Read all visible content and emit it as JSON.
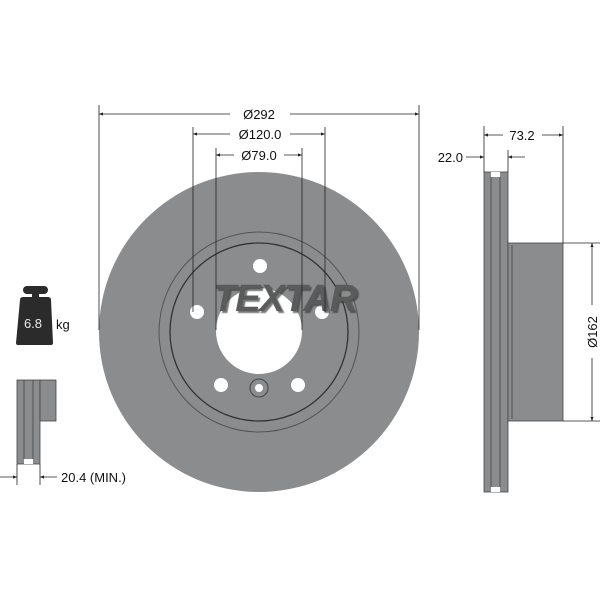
{
  "brand": "TEXTAR",
  "weight": {
    "value": "6.8",
    "unit": "kg"
  },
  "dimensions": {
    "outer_diameter": "Ø292",
    "bolt_circle": "Ø120.0",
    "center_bore": "Ø79.0",
    "overall_height": "73.2",
    "thickness": "22.0",
    "hub_diameter": "Ø162",
    "min_thickness": "20.4 (MIN.)"
  },
  "colors": {
    "disc": "#8a8c8e",
    "disc_dark": "#6f7173",
    "line": "#222222"
  }
}
